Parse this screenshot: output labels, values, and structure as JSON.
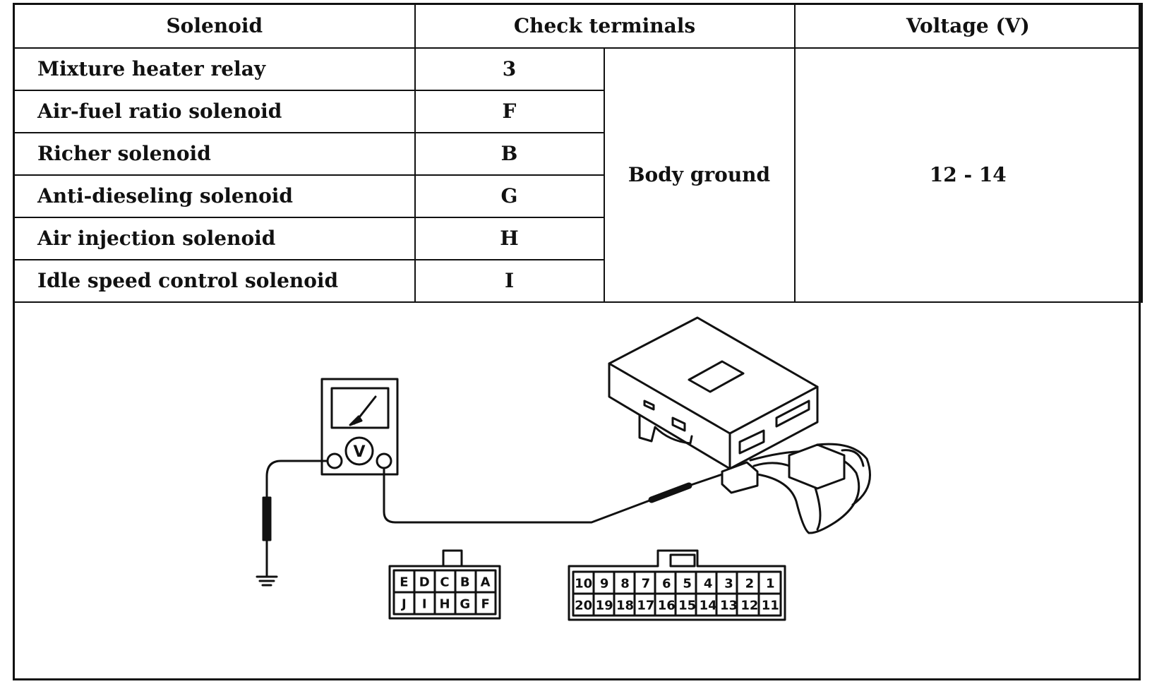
{
  "table": {
    "headers": {
      "solenoid": "Solenoid",
      "check_terminals": "Check terminals",
      "voltage": "Voltage (V)"
    },
    "rows": [
      {
        "solenoid": "Mixture heater relay",
        "terminal": "3"
      },
      {
        "solenoid": "Air-fuel ratio solenoid",
        "terminal": "F"
      },
      {
        "solenoid": "Richer solenoid",
        "terminal": "B"
      },
      {
        "solenoid": "Anti-dieseling solenoid",
        "terminal": "G"
      },
      {
        "solenoid": "Air injection solenoid",
        "terminal": "H"
      },
      {
        "solenoid": "Idle speed control solenoid",
        "terminal": "I"
      }
    ],
    "ground_label": "Body ground",
    "voltage_value": "12 - 14"
  },
  "diagram": {
    "meter_symbol": "V",
    "small_connector": {
      "top_row": [
        "E",
        "D",
        "C",
        "B",
        "A"
      ],
      "bottom_row": [
        "J",
        "I",
        "H",
        "G",
        "F"
      ]
    },
    "large_connector": {
      "top_row": [
        "10",
        "9",
        "8",
        "7",
        "6",
        "5",
        "4",
        "3",
        "2",
        "1"
      ],
      "bottom_row": [
        "20",
        "19",
        "18",
        "17",
        "16",
        "15",
        "14",
        "13",
        "12",
        "11"
      ]
    }
  }
}
